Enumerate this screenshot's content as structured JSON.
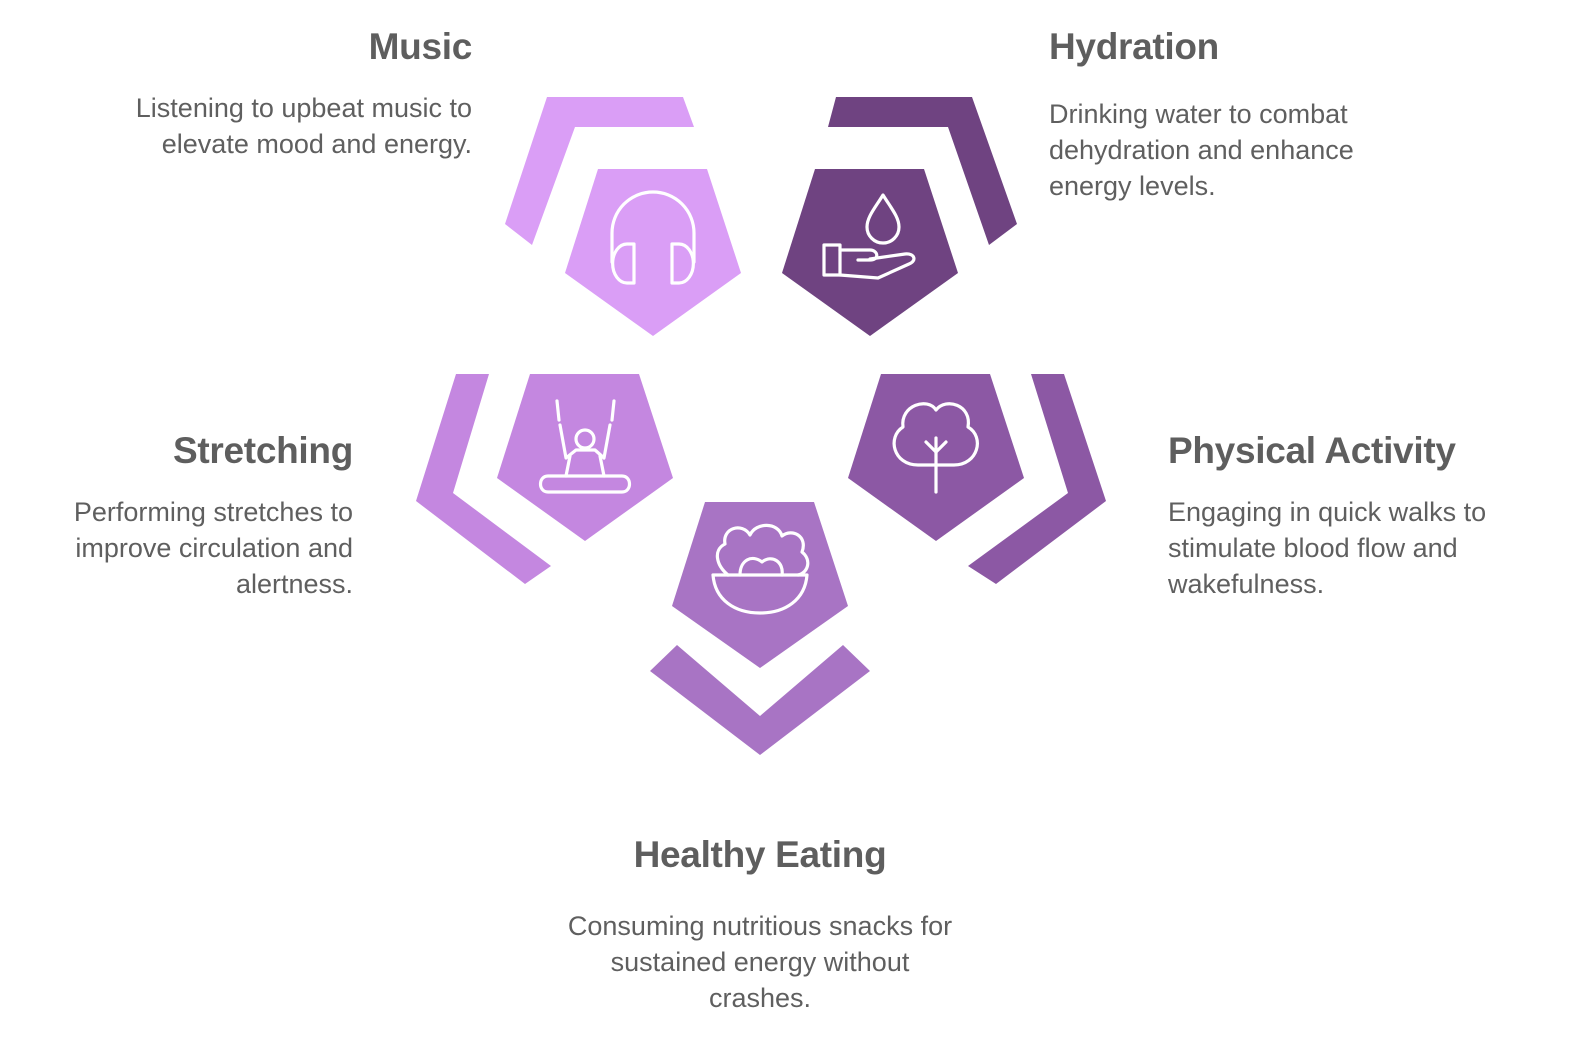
{
  "colors": {
    "music": "#da9ef6",
    "hydration": "#6f4381",
    "stretching": "#c487e0",
    "physical_activity": "#8c58a4",
    "healthy_eating": "#a874c4",
    "text": "#5f5f5f",
    "icon": "#ffffff"
  },
  "items": {
    "music": {
      "title": "Music",
      "description": "Listening to upbeat music to elevate mood and energy.",
      "icon": "headphones-icon"
    },
    "hydration": {
      "title": "Hydration",
      "description": "Drinking water to combat dehydration and enhance energy levels.",
      "icon": "water-drop-hand-icon"
    },
    "stretching": {
      "title": "Stretching",
      "description": "Performing stretches to improve circulation and alertness.",
      "icon": "stretching-person-icon"
    },
    "physical_activity": {
      "title": "Physical Activity",
      "description": "Engaging in quick walks to stimulate blood flow and wakefulness.",
      "icon": "tree-icon"
    },
    "healthy_eating": {
      "title": "Healthy Eating",
      "description": "Consuming nutritious snacks for sustained energy without crashes.",
      "icon": "salad-bowl-icon"
    }
  }
}
